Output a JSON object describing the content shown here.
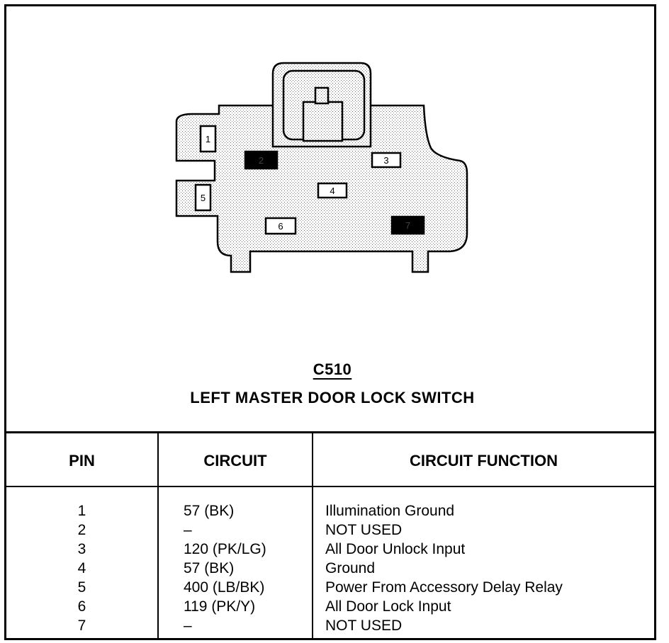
{
  "connector": {
    "id": "C510",
    "name": "LEFT MASTER DOOR LOCK SWITCH",
    "cavities": [
      {
        "pin": "1",
        "filled": false
      },
      {
        "pin": "2",
        "filled": true
      },
      {
        "pin": "3",
        "filled": false
      },
      {
        "pin": "4",
        "filled": false
      },
      {
        "pin": "5",
        "filled": false
      },
      {
        "pin": "6",
        "filled": false
      },
      {
        "pin": "7",
        "filled": true
      }
    ]
  },
  "table": {
    "headers": {
      "pin": "PIN",
      "circuit": "CIRCUIT",
      "function": "CIRCUIT FUNCTION"
    },
    "rows": [
      {
        "pin": "1",
        "circuit": "57 (BK)",
        "function": "Illumination Ground"
      },
      {
        "pin": "2",
        "circuit": "–",
        "function": "NOT USED"
      },
      {
        "pin": "3",
        "circuit": "120 (PK/LG)",
        "function": "All Door Unlock Input"
      },
      {
        "pin": "4",
        "circuit": "57 (BK)",
        "function": "Ground"
      },
      {
        "pin": "5",
        "circuit": "400 (LB/BK)",
        "function": "Power From Accessory Delay Relay"
      },
      {
        "pin": "6",
        "circuit": "119 (PK/Y)",
        "function": "All Door Lock Input"
      },
      {
        "pin": "7",
        "circuit": "–",
        "function": "NOT USED"
      }
    ]
  }
}
